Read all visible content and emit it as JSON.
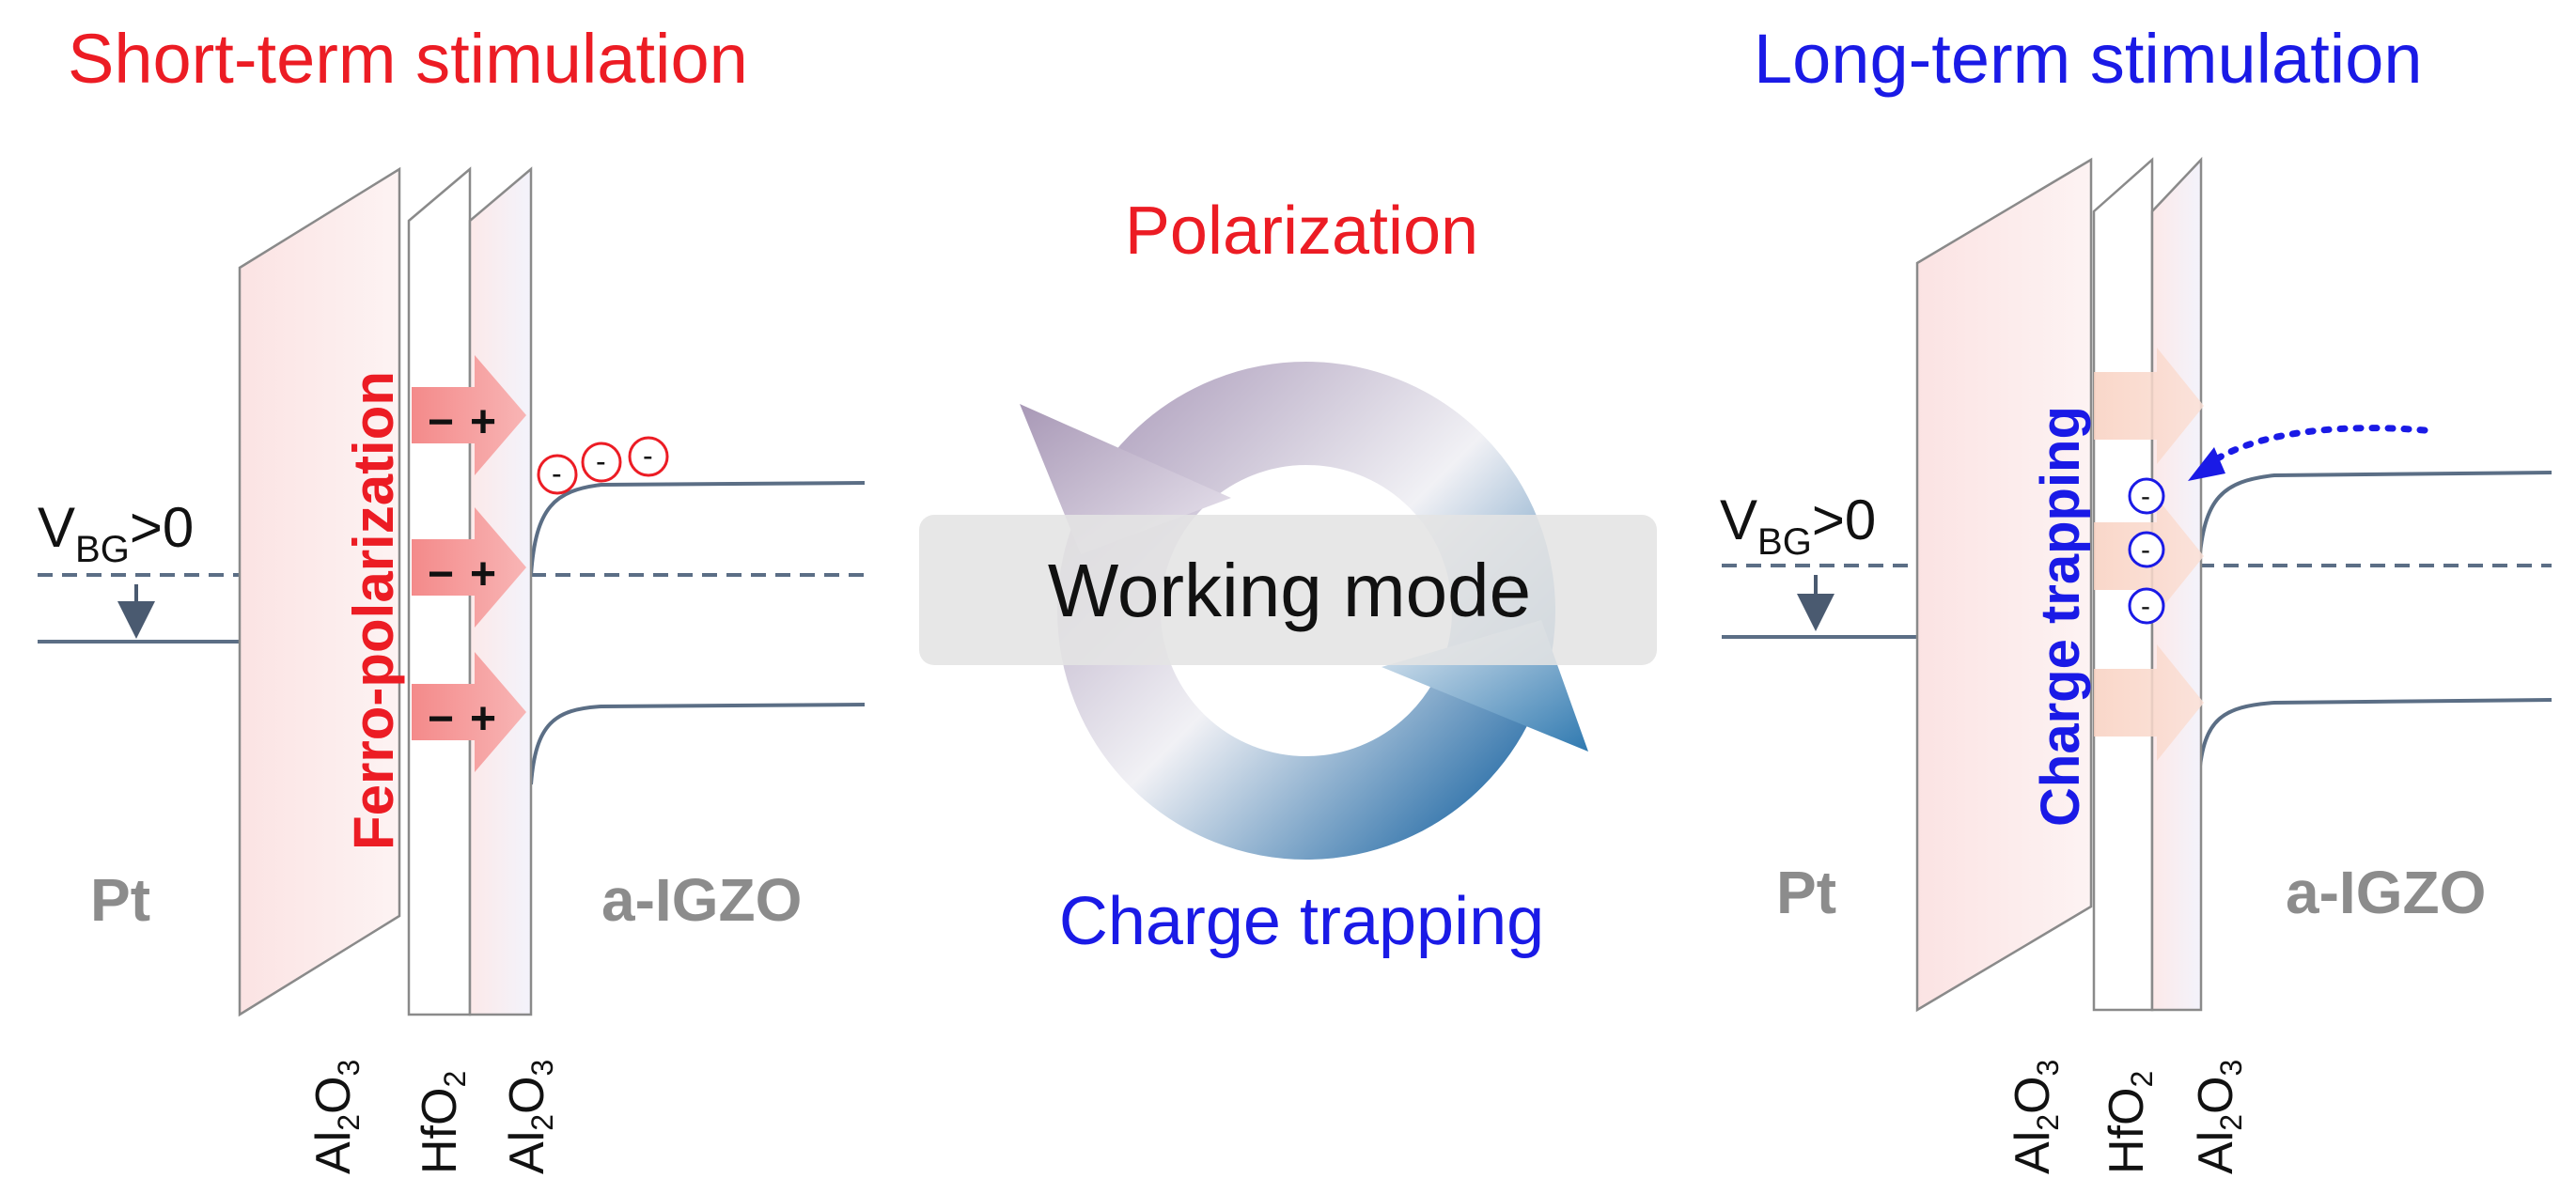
{
  "left": {
    "title": "Short-term stimulation",
    "voltage": {
      "main": "V",
      "sub": "BG",
      "suffix": ">0"
    },
    "metal": "Pt",
    "channel": "a-IGZO",
    "mechanism": "Ferro-polarization",
    "dipole_minus": "−",
    "dipole_plus": "+",
    "electron": "-",
    "layers": [
      {
        "main": "Al",
        "s1": "2",
        "mid": "O",
        "s2": "3"
      },
      {
        "main": "HfO",
        "s1": "2",
        "mid": "",
        "s2": ""
      },
      {
        "main": "Al",
        "s1": "2",
        "mid": "O",
        "s2": "3"
      }
    ]
  },
  "center": {
    "top": "Polarization",
    "label": "Working mode",
    "bottom": "Charge trapping"
  },
  "right": {
    "title": "Long-term stimulation",
    "voltage": {
      "main": "V",
      "sub": "BG",
      "suffix": ">0"
    },
    "metal": "Pt",
    "channel": "a-IGZO",
    "mechanism": "Charge trapping",
    "electron": "-",
    "layers": [
      {
        "main": "Al",
        "s1": "2",
        "mid": "O",
        "s2": "3"
      },
      {
        "main": "HfO",
        "s1": "2",
        "mid": "",
        "s2": ""
      },
      {
        "main": "Al",
        "s1": "2",
        "mid": "O",
        "s2": "3"
      }
    ]
  },
  "colors": {
    "short_term": "#ec1c24",
    "long_term": "#1a1ae6",
    "band": "#5b6e85",
    "label_gray": "#8c8c8c"
  }
}
